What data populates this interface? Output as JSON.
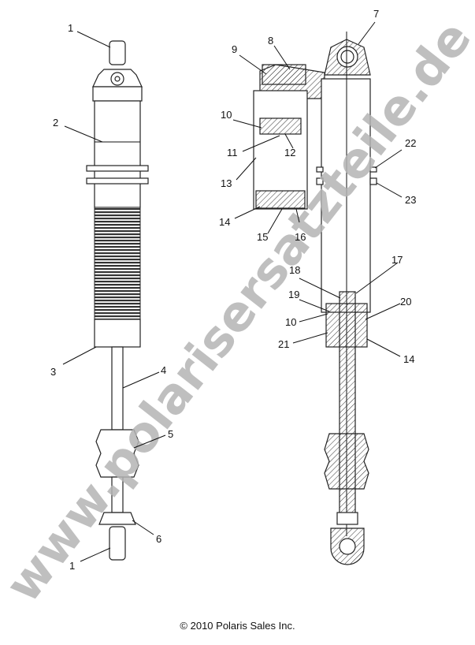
{
  "watermark": "www.polarisersatzteile.de",
  "copyright": "© 2010 Polaris Sales Inc.",
  "callouts": [
    "1",
    "2",
    "3",
    "4",
    "5",
    "6",
    "1",
    "7",
    "8",
    "9",
    "10",
    "11",
    "12",
    "13",
    "14",
    "15",
    "16",
    "22",
    "23",
    "17",
    "18",
    "19",
    "10",
    "20",
    "21",
    "14"
  ]
}
